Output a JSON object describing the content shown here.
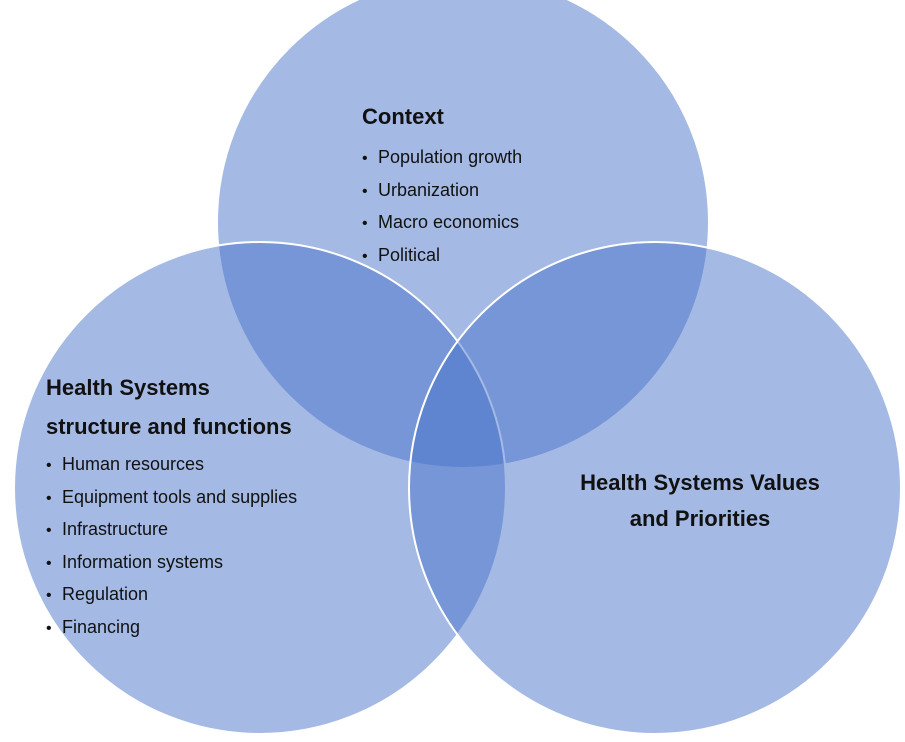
{
  "colors": {
    "circle_fill": "#4a74c9",
    "circle_fill_opacity": 0.5,
    "circle_stroke": "#ffffff",
    "text": "#111111"
  },
  "context": {
    "title": "Context",
    "items": [
      "Population growth",
      "Urbanization",
      "Macro economics",
      "Political"
    ]
  },
  "structure": {
    "title_line1": "Health Systems",
    "title_line2": "structure and functions",
    "items": [
      "Human resources",
      "Equipment tools and supplies",
      "Infrastructure",
      "Information systems",
      "Regulation",
      "Financing"
    ]
  },
  "values": {
    "title_line1": "Health Systems Values",
    "title_line2": "and Priorities"
  }
}
